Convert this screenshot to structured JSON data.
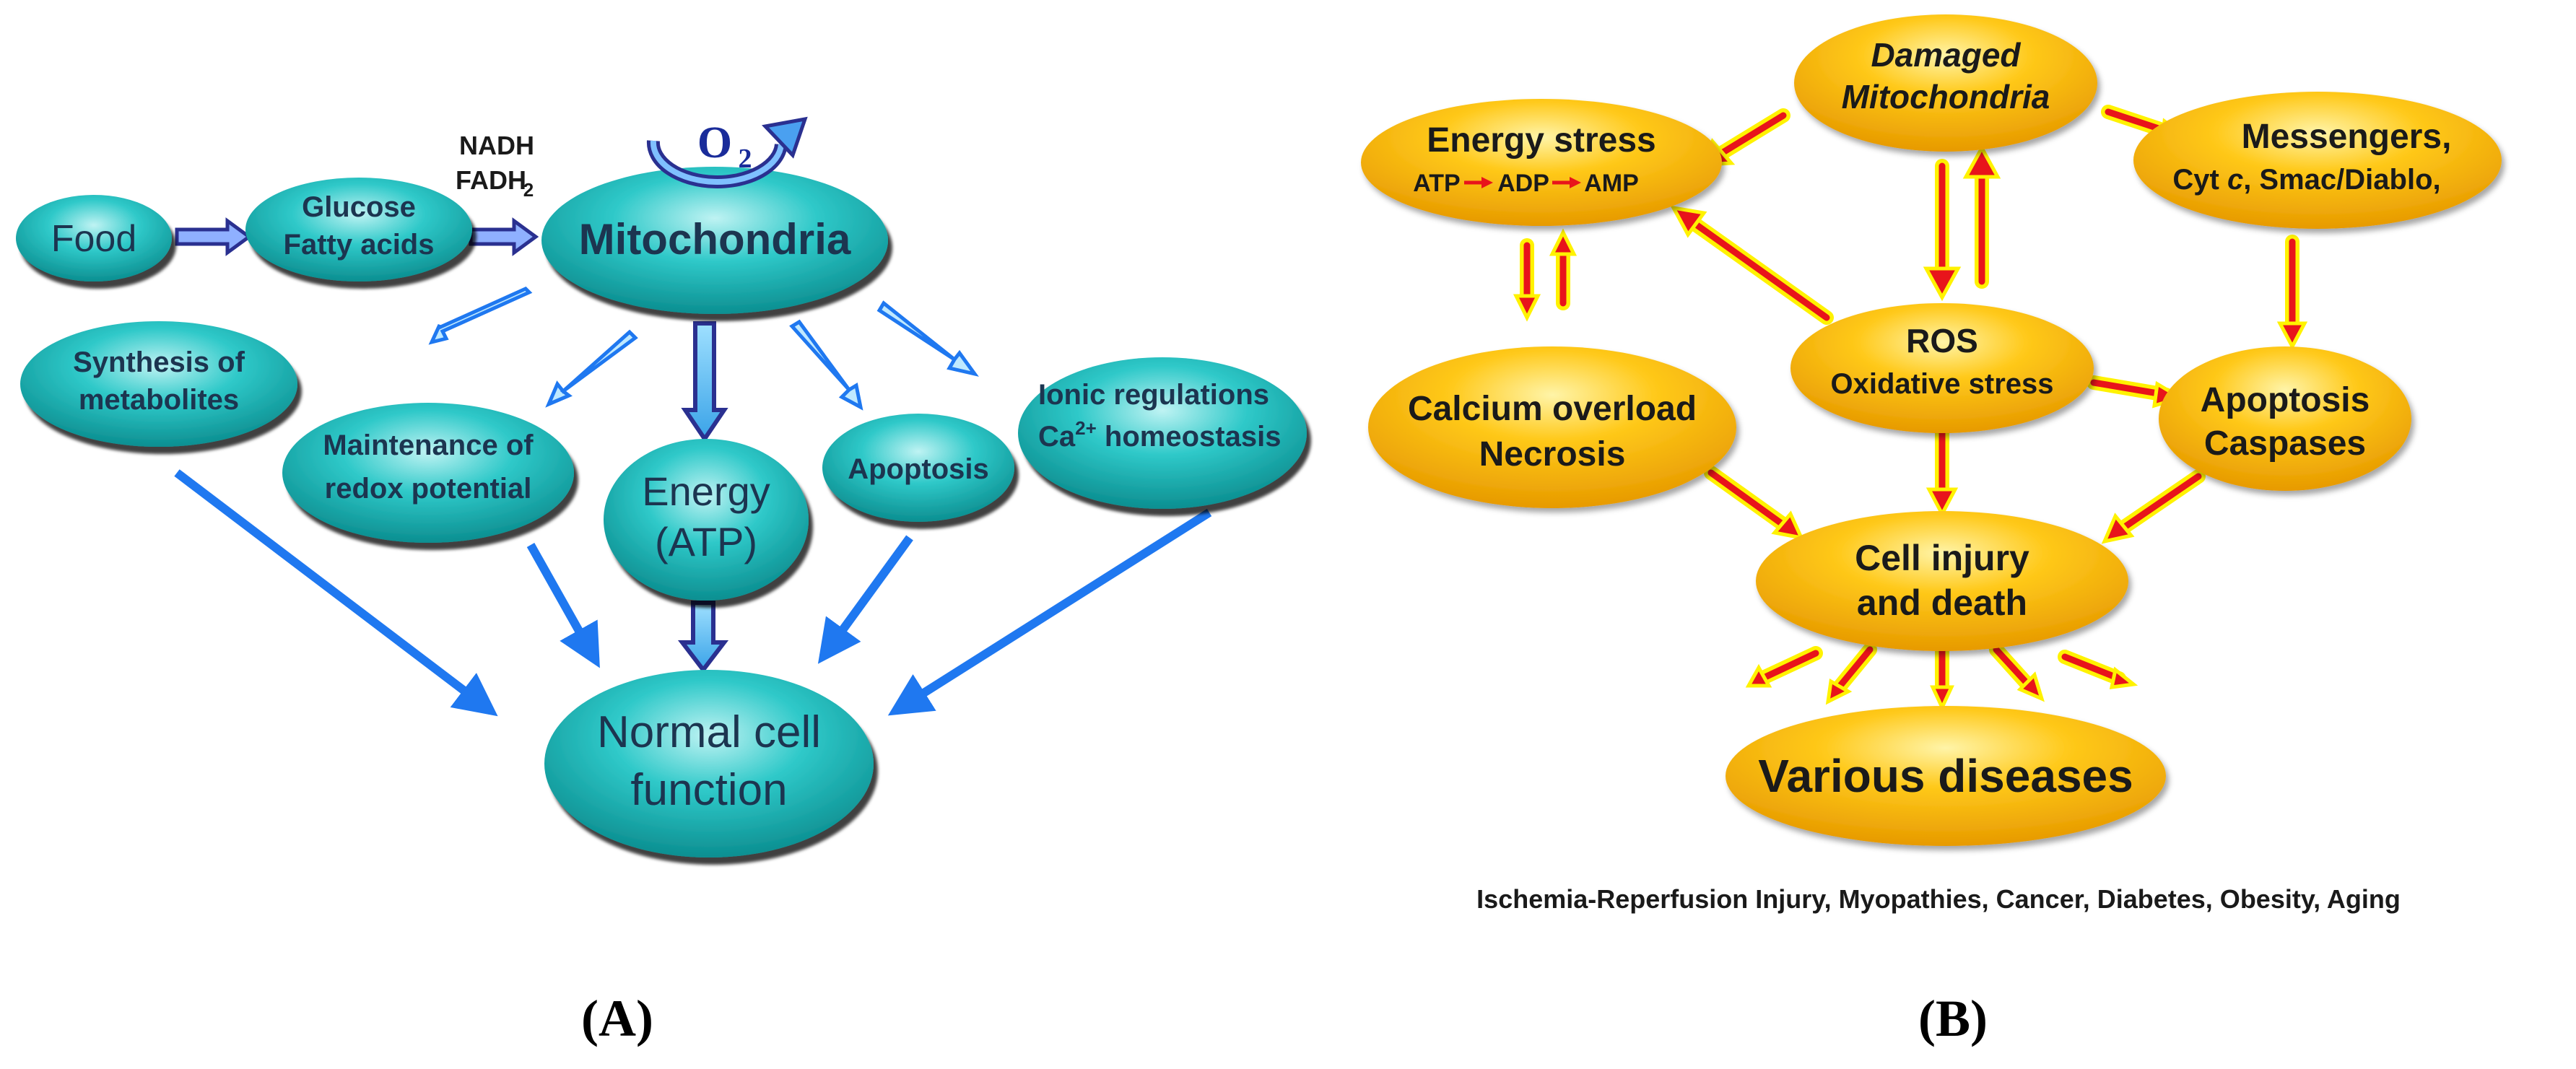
{
  "colors": {
    "teal": "#2bc6c6",
    "teal_dark": "#0f8a8c",
    "blue_arrow": "#1f78f0",
    "navy_arrow": "#2a3090",
    "gold": "#f7b500",
    "gold_light": "#ffe066",
    "red_arrow": "#e8141b",
    "yellow_outline": "#fff200"
  },
  "panel_a": {
    "label": "A",
    "food": "Food",
    "glucose_line1": "Glucose",
    "glucose_line2": "Fatty acids",
    "nadh_line1": "NADH",
    "nadh_line2": "FADH",
    "nadh_sub": "2",
    "oxygen": "O",
    "oxygen_sub": "2",
    "mitochondria": "Mitochondria",
    "synthesis_line1": "Synthesis of",
    "synthesis_line2": "metabolites",
    "redox_line1": "Maintenance of",
    "redox_line2": "redox potential",
    "energy_line1": "Energy",
    "energy_line2": "(ATP)",
    "apoptosis": "Apoptosis",
    "ionic_line1": "Ionic regulations",
    "ionic_ca": "Ca",
    "ionic_sup": "2+",
    "ionic_rest": " homeostasis",
    "normal_line1": "Normal cell",
    "normal_line2": "function"
  },
  "panel_b": {
    "label": "B",
    "damaged_line1": "Damaged",
    "damaged_line2": "Mitochondria",
    "energy_stress": "Energy stress",
    "atp": "ATP",
    "adp": "ADP",
    "amp": "AMP",
    "messengers_line1": "Messengers,",
    "messengers_line2_a": "Cyt ",
    "messengers_line2_c": "c",
    "messengers_line2_b": ", Smac/Diablo,",
    "ros_line1": "ROS",
    "ros_line2": "Oxidative stress",
    "calcium_line1": "Calcium overload",
    "calcium_line2": "Necrosis",
    "apoptosis_line1": "Apoptosis",
    "apoptosis_line2": "Caspases",
    "injury_line1": "Cell injury",
    "injury_line2": "and death",
    "diseases": "Various diseases",
    "disease_list": "Ischemia-Reperfusion Injury, Myopathies, Cancer,  Diabetes, Obesity, Aging"
  }
}
